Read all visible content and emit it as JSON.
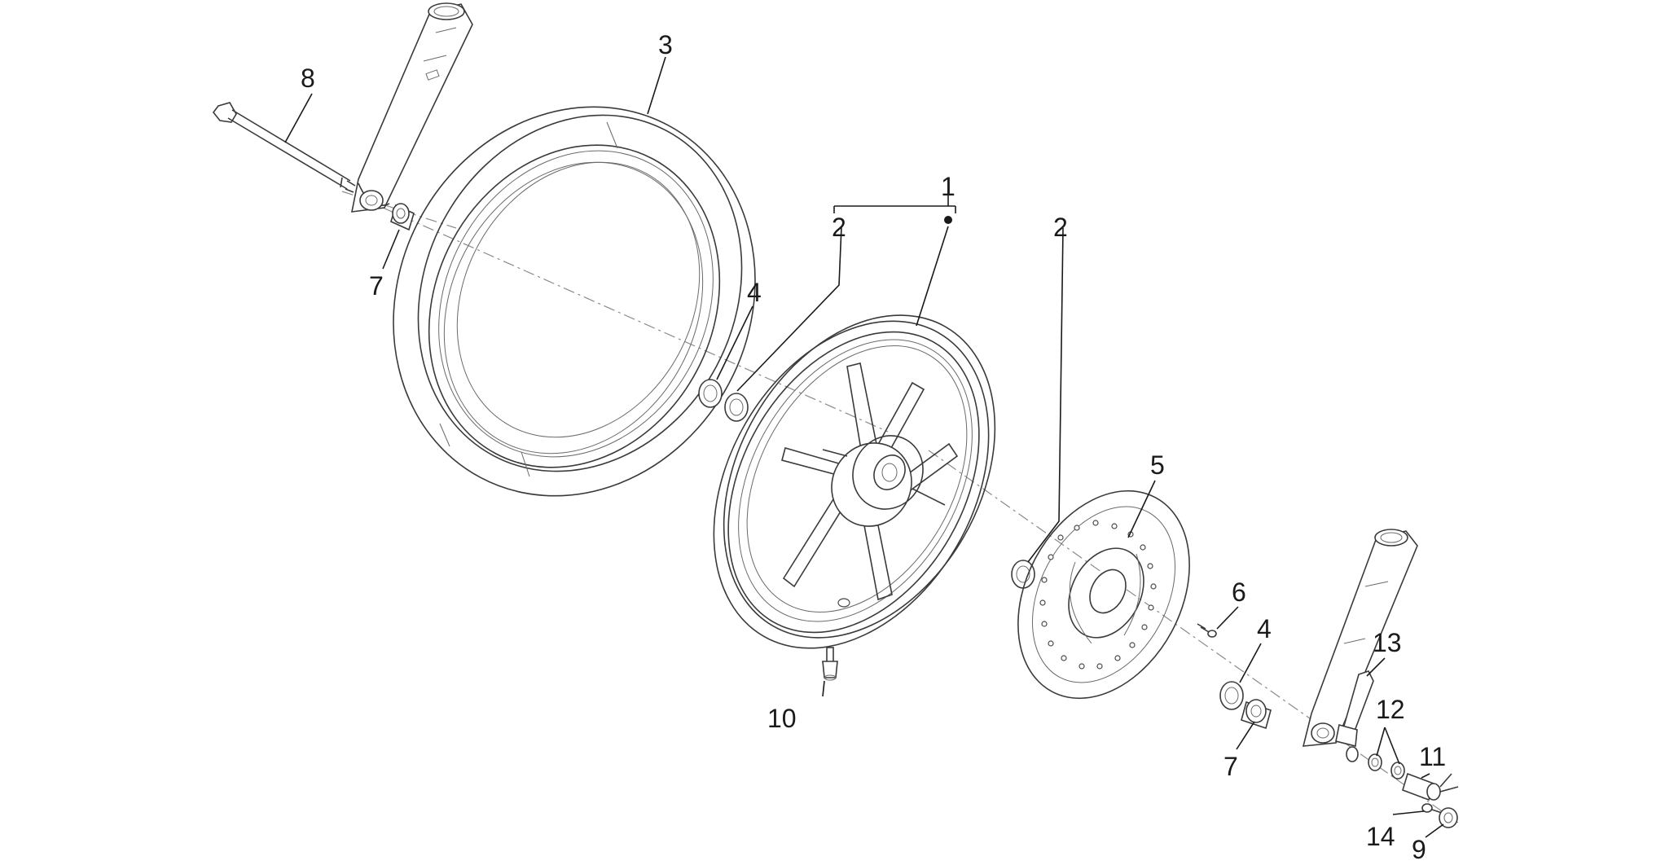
{
  "diagram": {
    "labels": {
      "l1": "1",
      "l2a": "2",
      "l2b": "2",
      "l3": "3",
      "l4a": "4",
      "l4b": "4",
      "l5": "5",
      "l6": "6",
      "l7a": "7",
      "l7b": "7",
      "l8": "8",
      "l9": "9",
      "l10": "10",
      "l11": "11",
      "l12": "12",
      "l13": "13",
      "l14": "14"
    }
  },
  "colors": {
    "line": "#3a3a3a",
    "text": "#1a1a1a",
    "axis": "#8a8a8a"
  }
}
